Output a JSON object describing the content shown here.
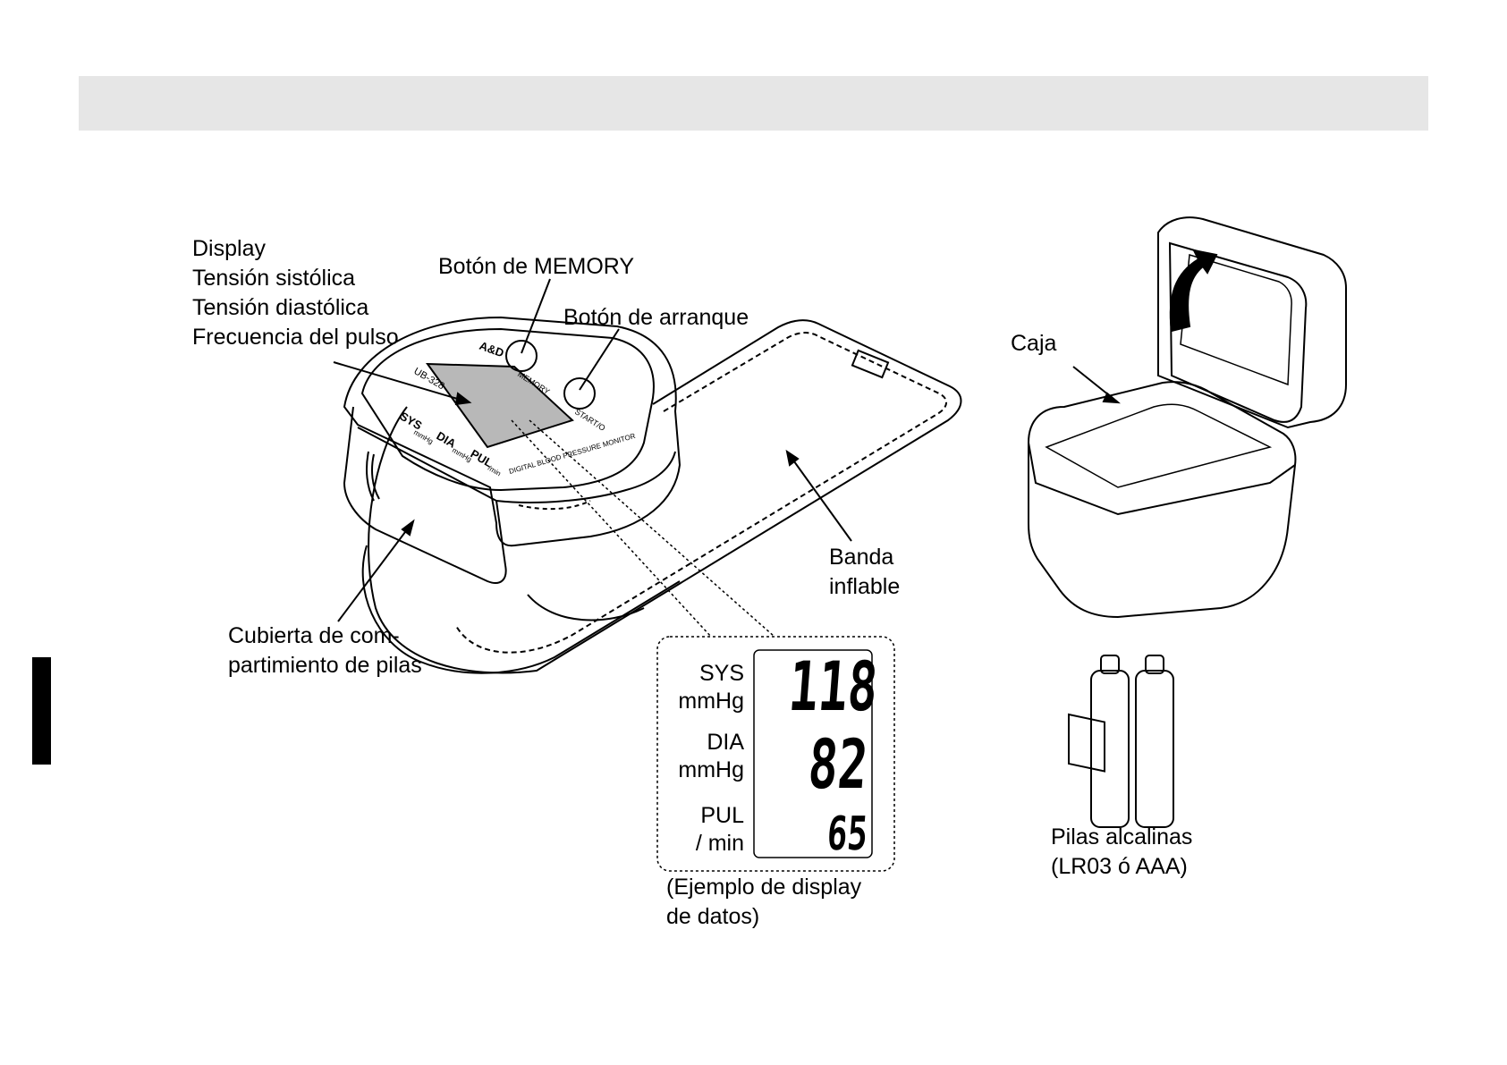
{
  "labels": {
    "display_group": [
      "Display",
      "Tensión sistólica",
      "Tensión diastólica",
      "Frecuencia del pulso"
    ],
    "memory_button": "Botón de MEMORY",
    "start_button": "Botón de arranque",
    "battery_cover": [
      "Cubierta de com-",
      "partimiento de pilas"
    ],
    "cuff": [
      "Banda",
      "inflable"
    ],
    "case": "Caja",
    "batteries": [
      "Pilas alcalinas",
      "(LR03 ó AAA)"
    ],
    "example_caption": [
      "(Ejemplo de display",
      "de datos)"
    ]
  },
  "device": {
    "brand_mark": "A&D",
    "model": "UB-328",
    "memory_label": "MEMORY",
    "start_label": "START/O",
    "sys_label": "SYS",
    "sys_unit": "mmHg",
    "dia_label": "DIA",
    "dia_unit": "mmHg",
    "pul_label": "PUL",
    "pul_unit": "/min",
    "caption_strip": "DIGITAL BLOOD PRESSURE MONITOR"
  },
  "readout": {
    "sys_label": "SYS",
    "sys_unit": "mmHg",
    "sys_value": "118",
    "dia_label": "DIA",
    "dia_unit": "mmHg",
    "dia_value": "82",
    "pul_label": "PUL",
    "pul_unit": "/ min",
    "pul_value": "65"
  }
}
